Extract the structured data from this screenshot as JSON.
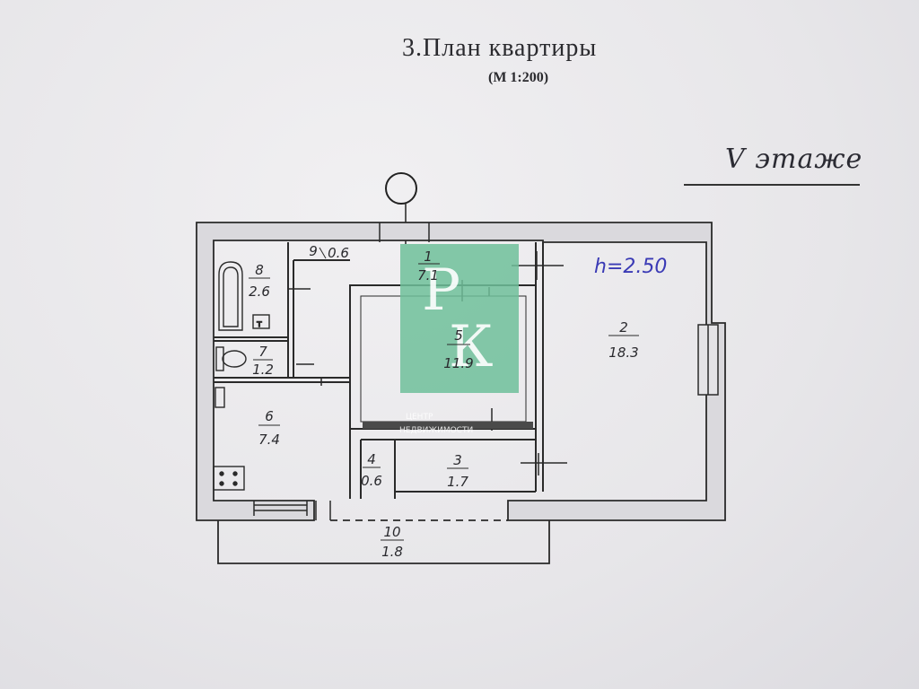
{
  "header": {
    "title": "3.План  квартиры",
    "scale": "(М  1:200)",
    "floor_label": "V этаже"
  },
  "ceiling_height": "h=2.50",
  "rooms": [
    {
      "number": "1",
      "area": "7.1"
    },
    {
      "number": "2",
      "area": "18.3"
    },
    {
      "number": "3",
      "area": "1.7"
    },
    {
      "number": "4",
      "area": "0.6"
    },
    {
      "number": "5",
      "area": "11.9"
    },
    {
      "number": "6",
      "area": "7.4"
    },
    {
      "number": "7",
      "area": "1.2"
    },
    {
      "number": "8",
      "area": "2.6"
    },
    {
      "number": "9",
      "area": "0.6"
    },
    {
      "number": "10",
      "area": "1.8"
    }
  ],
  "watermark": {
    "letters": [
      "Р",
      "К"
    ],
    "caption_1": "ЦЕНТР",
    "caption_2": "НЕДВИЖИМОСТИ",
    "color": "#6fbf9a"
  }
}
